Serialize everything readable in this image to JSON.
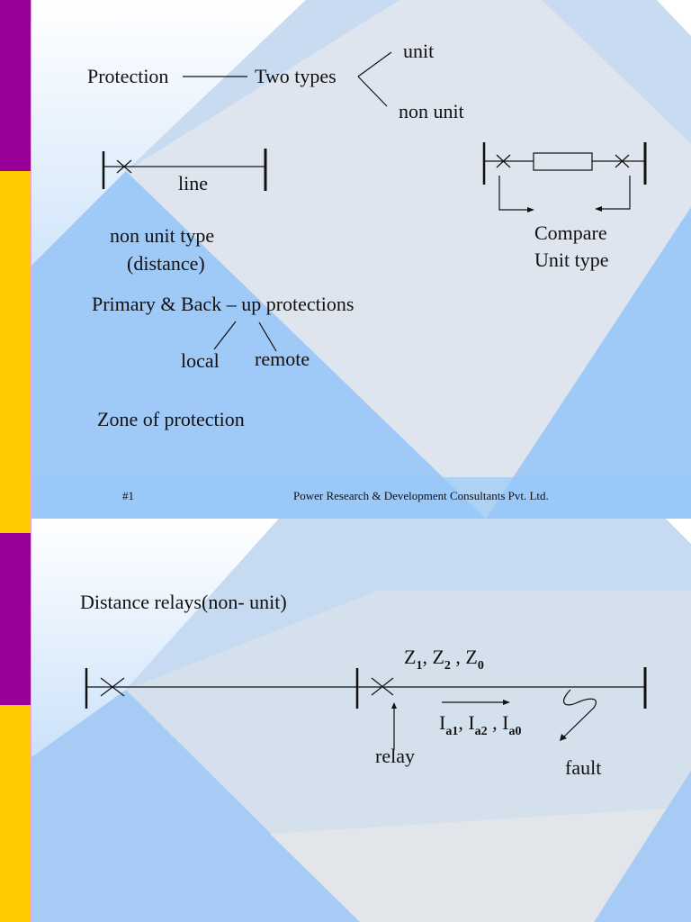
{
  "colors": {
    "strip_purple": "#990099",
    "strip_yellow": "#ffcc00",
    "diamond_blue": "#a8ccf5",
    "triangle_grey": "#e3e5ea",
    "text": "#111111"
  },
  "slide1": {
    "protection": "Protection",
    "two_types": "Two types",
    "unit": "unit",
    "non_unit": "non unit",
    "line_label": "line",
    "non_unit_type": "non unit type",
    "distance": "(distance)",
    "compare": "Compare",
    "unit_type": "Unit type",
    "primary_backup": "Primary & Back – up  protections",
    "local": "local",
    "remote": "remote",
    "zone": "Zone of protection",
    "footer_number": "#1",
    "footer_company": "Power Research & Development Consultants Pvt. Ltd."
  },
  "slide2": {
    "title": "Distance relays(non- unit)",
    "impedances": {
      "z": "Z",
      "z1": "1",
      "z2": "2",
      "z0": "0",
      "sep": ", "
    },
    "currents": {
      "i": "I",
      "a1": "a1",
      "a2": "a2",
      "a0": "a0",
      "sep": ", "
    },
    "relay": "relay",
    "fault": "fault"
  }
}
